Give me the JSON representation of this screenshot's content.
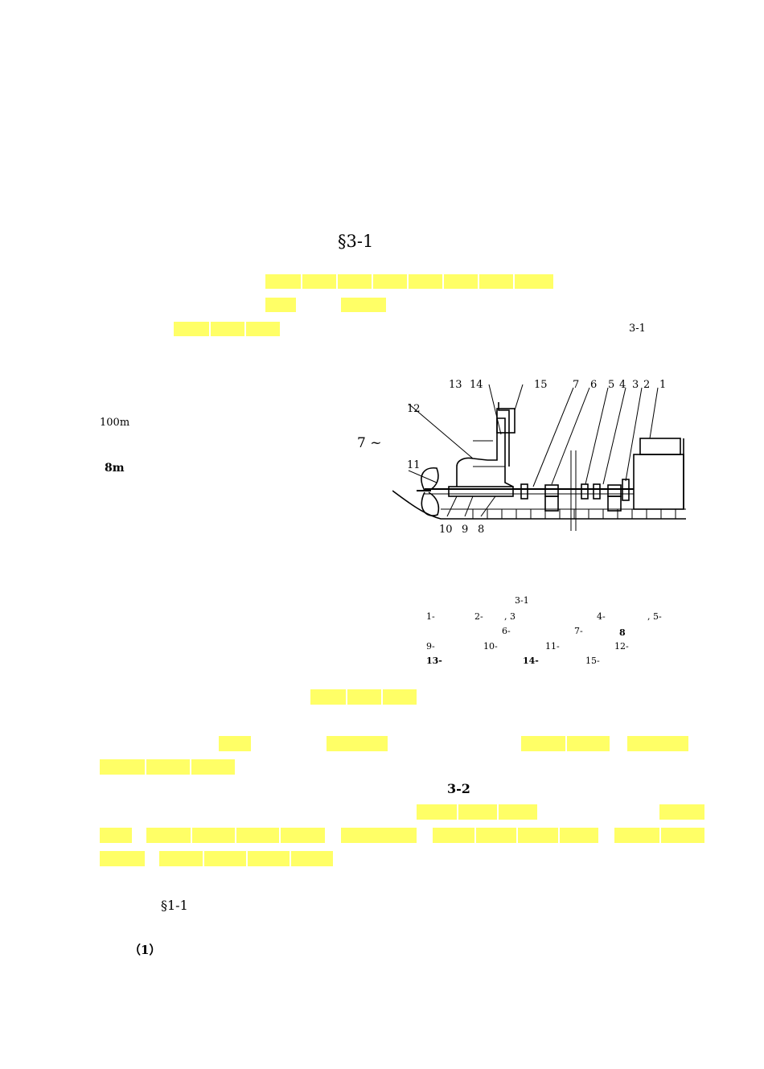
{
  "page": {
    "section_heading": "§3-1",
    "fig_ref_top": "3-1",
    "margin_100m": "100m",
    "margin_8m": "8m",
    "margin_7": "7 ~",
    "ref_3_2": "3-2",
    "section_1_1": "§1-1",
    "item_1": "（1）"
  },
  "figure": {
    "labels": {
      "l1": "1",
      "l2": "2",
      "l3": "3",
      "l4": "4",
      "l5": "5",
      "l6": "6",
      "l7": "7",
      "l8": "8",
      "l9": "9",
      "l10": "10",
      "l11": "11",
      "l12": "12",
      "l13": "13",
      "l14": "14",
      "l15": "15"
    },
    "caption": {
      "title": "3-1",
      "c1": "1-",
      "c2": "2-",
      "c3": ", 3",
      "c4": "4-",
      "c5": ", 5-",
      "c6": "6-",
      "c7": "7-",
      "c8": "8",
      "c9": "9-",
      "c10": "10-",
      "c11": "11-",
      "c12": "12-",
      "c13": "13-",
      "c14": "14-",
      "c15": "15-"
    }
  },
  "colors": {
    "highlight": "#ffff66"
  }
}
